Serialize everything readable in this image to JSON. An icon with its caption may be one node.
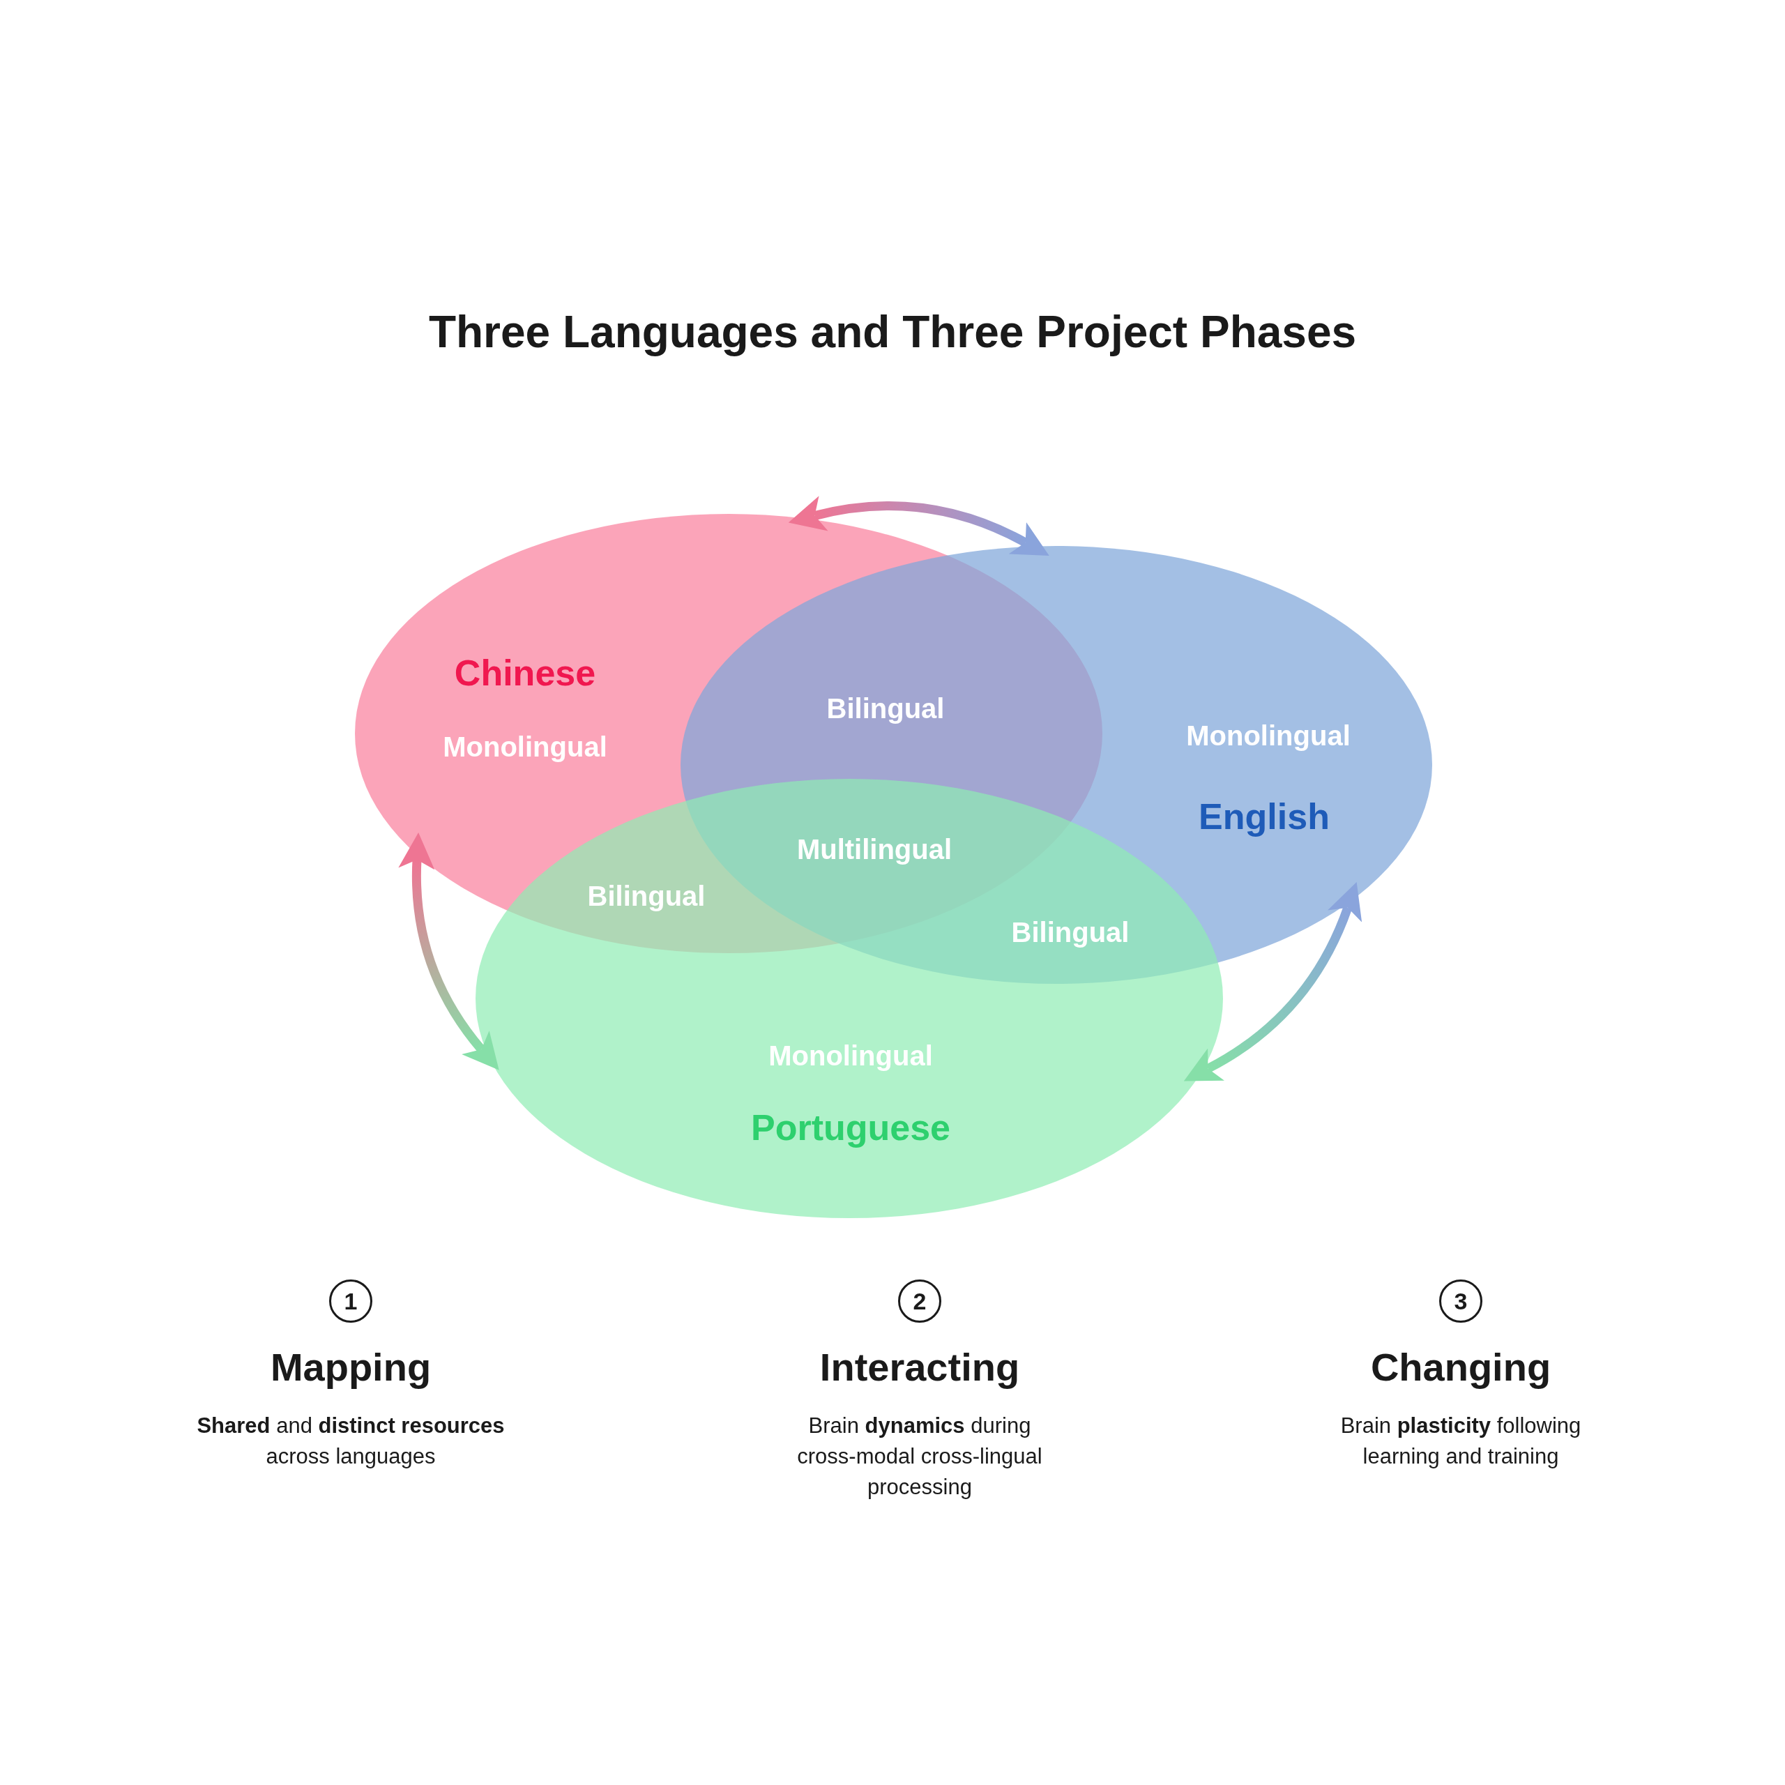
{
  "diagram": {
    "title": "Three Languages and Three Project Phases",
    "nodes": [
      {
        "text": [
          "Chinese",
          "Monolingual"
        ]
      },
      {
        "text": [
          "Monolingual",
          "English"
        ]
      },
      {
        "text": [
          "Monolingual",
          "Portuguese"
        ]
      },
      {
        "text": [
          "1"
        ],
        "beside": [
          "Mapping",
          "**Shared** and **distinct resources** across languages"
        ]
      },
      {
        "text": [
          "2"
        ],
        "beside": [
          "Interacting",
          "Brain **dynamics** during cross-modal cross-lingual processing"
        ]
      },
      {
        "text": [
          "3"
        ],
        "beside": [
          "Changing",
          "Brain **plasticity** following learning and training"
        ]
      }
    ],
    "edges": [
      {
        "from": 0,
        "to": 1,
        "arrow": "both"
      },
      {
        "from": 2,
        "to": 0,
        "arrow": "both"
      },
      {
        "from": 1,
        "to": 2,
        "arrow": "both"
      }
    ],
    "labels": [
      "Bilingual",
      "Multilingual",
      "Bilingual",
      "Bilingual"
    ]
  }
}
